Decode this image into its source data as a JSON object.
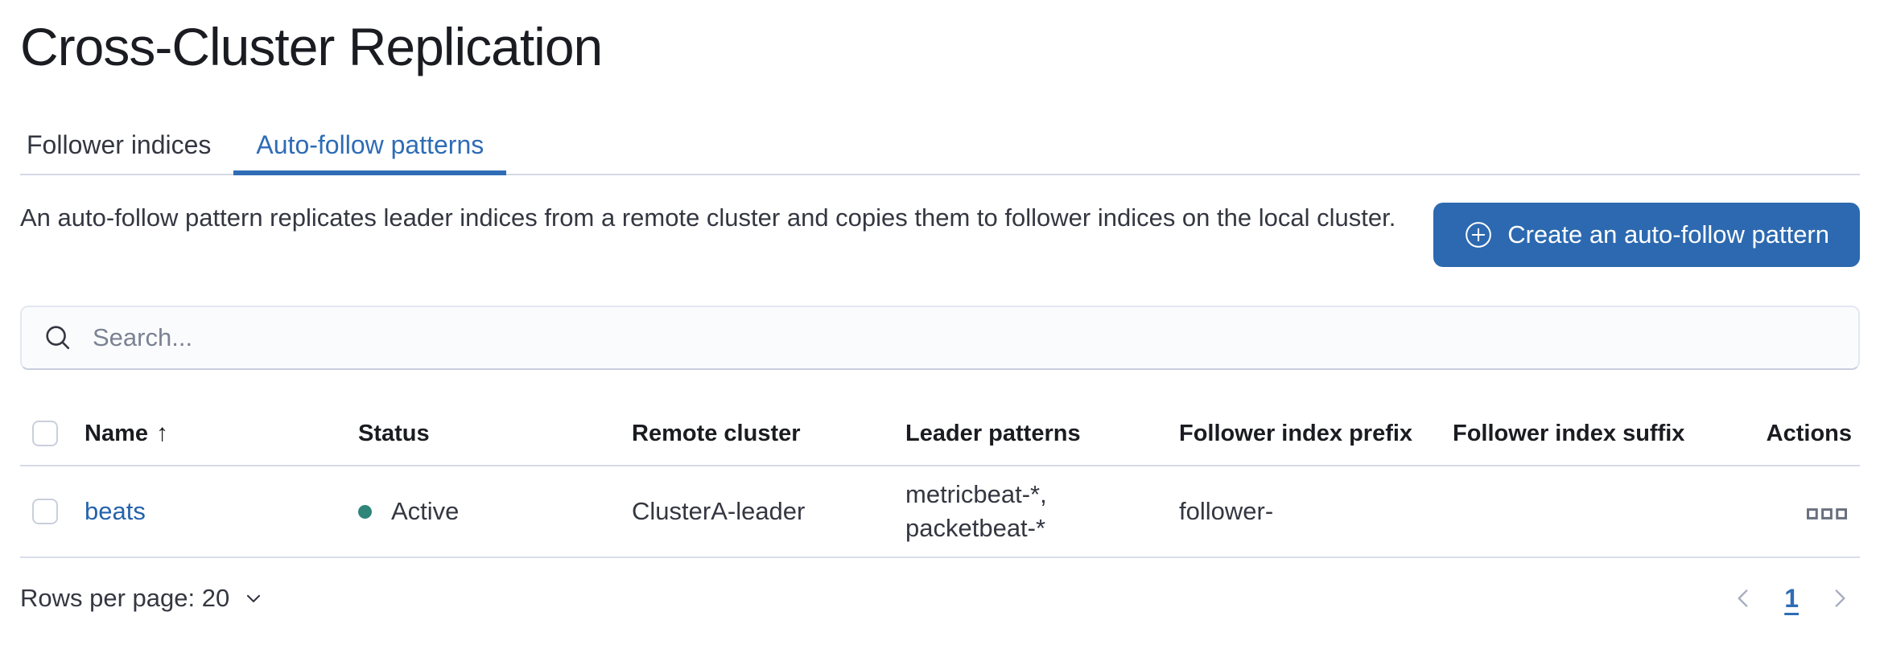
{
  "page": {
    "title": "Cross-Cluster Replication"
  },
  "tabs": [
    {
      "label": "Follower indices",
      "active": false
    },
    {
      "label": "Auto-follow patterns",
      "active": true
    }
  ],
  "description": "An auto-follow pattern replicates leader indices from a remote cluster and copies them to follower indices on the local cluster.",
  "create_button": {
    "label": "Create an auto-follow pattern",
    "icon": "plus-in-circle-icon"
  },
  "search": {
    "placeholder": "Search...",
    "icon": "search-icon",
    "value": ""
  },
  "table": {
    "columns": {
      "name": "Name",
      "status": "Status",
      "remote_cluster": "Remote cluster",
      "leader_patterns": "Leader patterns",
      "follower_index_prefix": "Follower index prefix",
      "follower_index_suffix": "Follower index suffix",
      "actions": "Actions"
    },
    "sort": {
      "column": "Name",
      "direction": "ascending",
      "arrow": "↑"
    },
    "rows": [
      {
        "name": "beats",
        "status": "Active",
        "remote_cluster": "ClusterA-leader",
        "leader_patterns": "metricbeat-*, packetbeat-*",
        "leader_patterns_lines": {
          "0": "metricbeat-*,",
          "1": "packetbeat-*"
        },
        "follower_index_prefix": "follower-",
        "follower_index_suffix": "",
        "actions_icon": "boxes-horizontal-icon"
      }
    ]
  },
  "pagination": {
    "rows_per_page_label": "Rows per page: 20",
    "current_page": "1"
  },
  "colors": {
    "primary_blue": "#2e6cb5",
    "button_blue": "#2c69b0",
    "link_blue": "#2563ab",
    "status_active_green": "#2f857a",
    "border_gray": "#d3dae6",
    "icon_gray": "#69707d",
    "text_dark": "#343741"
  }
}
